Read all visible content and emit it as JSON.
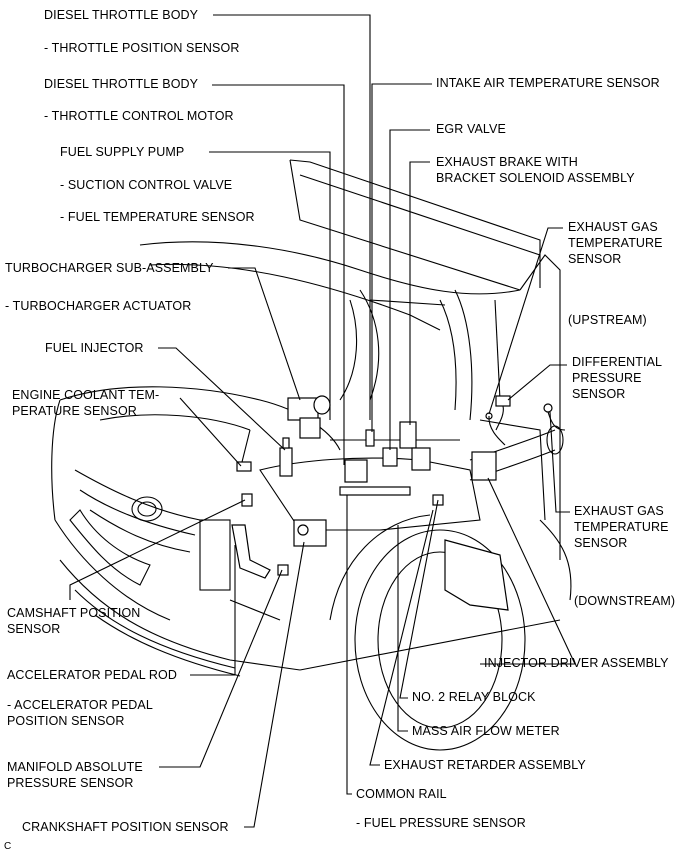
{
  "labels": {
    "diesel_throttle_body_1": "DIESEL THROTTLE BODY",
    "throttle_position_sensor": "- THROTTLE POSITION SENSOR",
    "diesel_throttle_body_2": "DIESEL THROTTLE BODY",
    "throttle_control_motor": "- THROTTLE CONTROL MOTOR",
    "fuel_supply_pump": "FUEL SUPPLY PUMP",
    "suction_control_valve": "- SUCTION CONTROL VALVE",
    "fuel_temperature_sensor": "- FUEL TEMPERATURE SENSOR",
    "turbocharger_sub_assembly": "TURBOCHARGER SUB-ASSEMBLY",
    "turbocharger_actuator": "- TURBOCHARGER ACTUATOR",
    "fuel_injector": "FUEL INJECTOR",
    "engine_coolant_1": "ENGINE COOLANT TEM-",
    "engine_coolant_2": "PERATURE SENSOR",
    "camshaft_1": "CAMSHAFT POSITION",
    "camshaft_2": "SENSOR",
    "accelerator_pedal_rod": "ACCELERATOR PEDAL ROD",
    "accelerator_pedal_pos_1": "- ACCELERATOR PEDAL",
    "accelerator_pedal_pos_2": "POSITION SENSOR",
    "manifold_1": "MANIFOLD ABSOLUTE",
    "manifold_2": "PRESSURE SENSOR",
    "crankshaft_position_sensor": "CRANKSHAFT POSITION SENSOR",
    "intake_air_temperature_sensor": "INTAKE AIR TEMPERATURE SENSOR",
    "egr_valve": "EGR VALVE",
    "exhaust_brake_1": "EXHAUST BRAKE WITH",
    "exhaust_brake_2": "BRACKET SOLENOID ASSEMBLY",
    "exhaust_gas_temp_up_1": "EXHAUST GAS",
    "exhaust_gas_temp_up_2": "TEMPERATURE",
    "exhaust_gas_temp_up_3": "SENSOR",
    "upstream": "(UPSTREAM)",
    "differential_1": "DIFFERENTIAL",
    "differential_2": "PRESSURE",
    "differential_3": "SENSOR",
    "exhaust_gas_temp_down_1": "EXHAUST GAS",
    "exhaust_gas_temp_down_2": "TEMPERATURE",
    "exhaust_gas_temp_down_3": "SENSOR",
    "downstream": "(DOWNSTREAM)",
    "injector_driver_assembly": "INJECTOR DRIVER ASSEMBLY",
    "no2_relay_block": "NO. 2 RELAY BLOCK",
    "mass_air_flow_meter": "MASS AIR FLOW METER",
    "exhaust_retarder_assembly": "EXHAUST RETARDER ASSEMBLY",
    "common_rail": "COMMON RAIL",
    "fuel_pressure_sensor": "- FUEL PRESSURE SENSOR",
    "corner_code": "C"
  }
}
